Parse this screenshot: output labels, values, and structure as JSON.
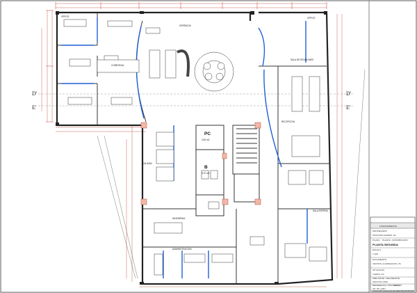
{
  "rooms": {
    "gerencia": "GERENCIA",
    "comercial": "COMERCIAL",
    "sala_reuniones": "SALA DE REUNIONES",
    "recepcion": "RECEPCION",
    "calidad": "CALIDAD",
    "ingenieria": "INGENIERIA",
    "administracion": "ADMINISTRACION",
    "sala_espera": "SALA ESPERA",
    "pc": "PC",
    "pc_area": "3.84 m2",
    "b": "B",
    "b_area": "8.70 m2",
    "office_left": "OFFICE",
    "office_right": "OFFICE"
  },
  "axes": {
    "d_prime_left": "D'",
    "e_prime_left": "E'",
    "d_prime_right": "D'",
    "e_prime_right": "E'"
  },
  "title_block": {
    "company": "FORMAMBIENTE",
    "client_label": "PROPIETARIO",
    "client": "OFICINAS LEADER, SA",
    "plan_label": "PLANO",
    "plan_sub": "PLANTA - DISTRIBUCION",
    "plan_title": "PLANTA SEGUNDA",
    "scale_label": "ESCALA",
    "scale": "1:100",
    "doc_label": "DOCUMENTO",
    "doc": "TECHOS, ILUMINACION, VS",
    "city_label": "SITUACION",
    "city": "LLEIDA, SA",
    "drafter_label": "DIBUJANTE / DELINEANTE",
    "drafter": "SANTOS LORA",
    "ref_label": "REFERENCIA / PROYECTO",
    "ref": "2,822,97",
    "date": "06 / 05 / 2007",
    "footer": "CALLE ALTO VALLE N 15, 25 LLEIDA TEL 973 000 000"
  },
  "colors": {
    "wall": "#222222",
    "glass": "#1f5fd6",
    "dimension": "#c0392b",
    "paper": "#ffffff"
  }
}
